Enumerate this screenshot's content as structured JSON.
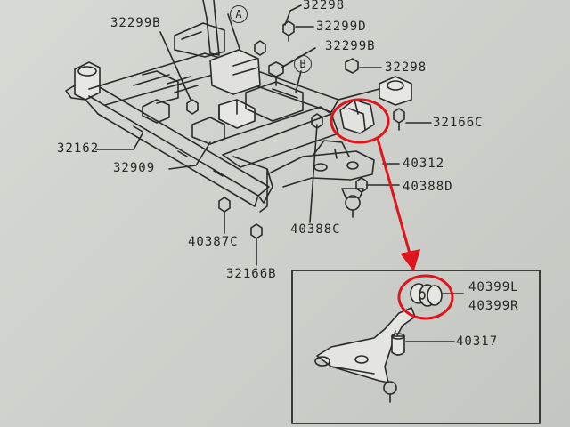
{
  "labels": {
    "l32298a": "32298",
    "l32299b_a": "32299B",
    "l32299d": "32299D",
    "l32299b_b": "32299B",
    "l32298b": "32298",
    "l32166c": "32166C",
    "l32162": "32162",
    "l32909": "32909",
    "l40312": "40312",
    "l40388d": "40388D",
    "l40387c": "40387C",
    "l40388c": "40388C",
    "l32166b": "32166B",
    "l40399l": "40399L",
    "l40399r": "40399R",
    "l40317": "40317",
    "circleA": "A",
    "circleB": "B"
  },
  "colors": {
    "line": "#2a2a2a",
    "highlight": "#e0141c",
    "background": "#d3d5d0"
  }
}
